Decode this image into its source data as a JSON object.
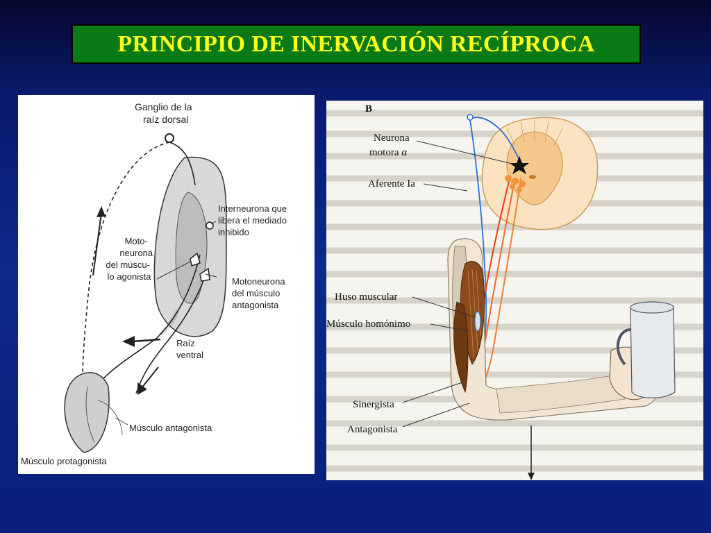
{
  "title": "PRINCIPIO DE INERVACIÓN RECÍPROCA",
  "colors": {
    "title_bg": "#0a7a16",
    "title_text": "#ffff1a",
    "slide_bg": "#0c2a8a",
    "nerve_afferent": "#2a6fd6",
    "nerve_efferent": "#e83a1a",
    "muscle": "#8a4a1c"
  },
  "left_diagram": {
    "labels": {
      "ganglio": [
        "Ganglio de la",
        "raíz dorsal"
      ],
      "interneurona": [
        "Interneurona que",
        "libera el mediado",
        "inhibido"
      ],
      "motoneurona_agonista": [
        "Moto-",
        "neurona",
        "del múscu-",
        "lo agonista"
      ],
      "motoneurona_antagonista": [
        "Motoneurona",
        "del músculo",
        "antagonista"
      ],
      "raiz_ventral": [
        "Raíz",
        "ventral"
      ],
      "musculo_antagonista": "Músculo antagonista",
      "musculo_protagonista": "Músculo protagonista"
    }
  },
  "right_diagram": {
    "panel_letter": "B",
    "labels": {
      "neurona_motora": [
        "Neurona",
        "motora α"
      ],
      "aferente": "Aferente Ia",
      "huso": "Huso muscular",
      "musculo_homonimo": "Músculo homónimo",
      "sinergista": "Sinergista",
      "antagonista": "Antagonista"
    }
  }
}
